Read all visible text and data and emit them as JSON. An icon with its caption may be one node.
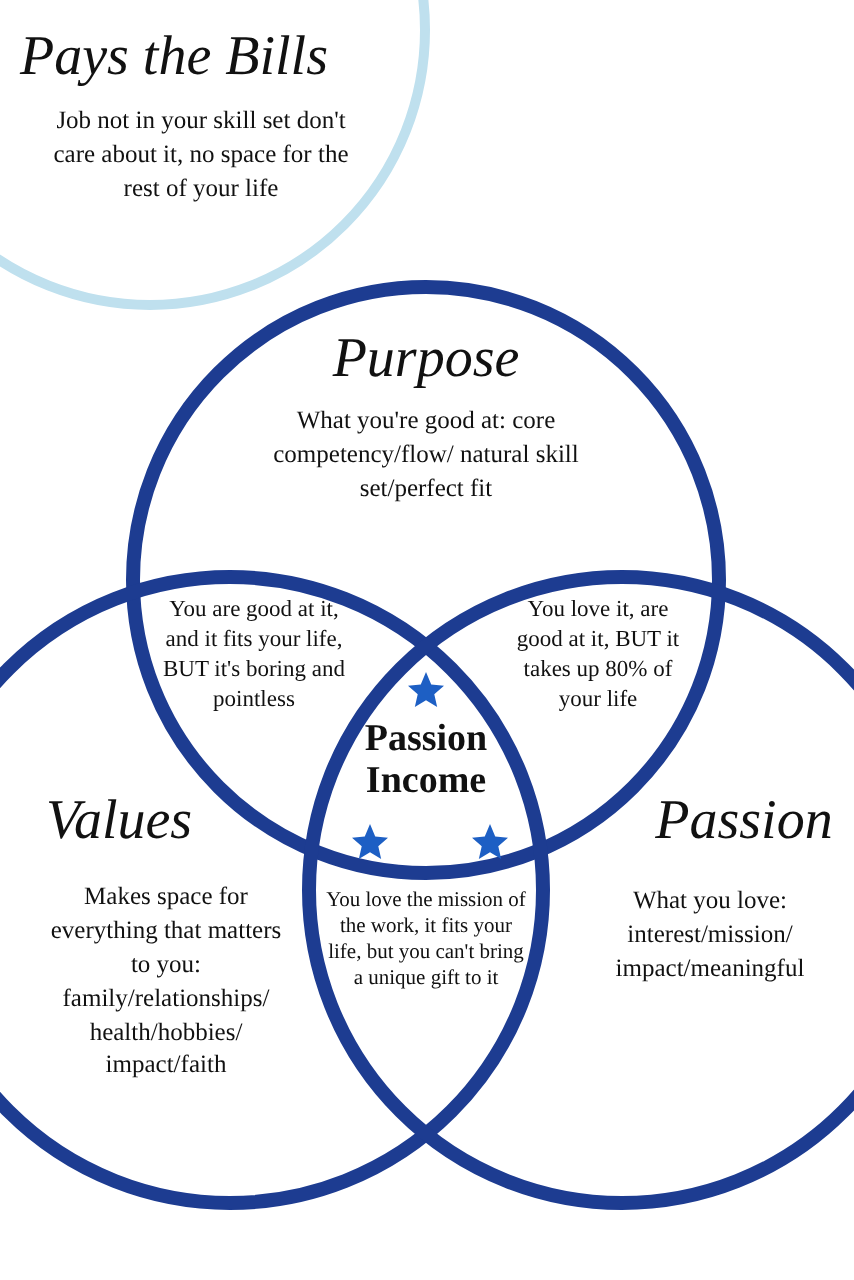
{
  "diagram": {
    "nodes": [
      {
        "text": [
          "Pays the Bills",
          "Job not in your skill set don't care about it, no space for the rest of your life"
        ]
      },
      {
        "text": [
          "Purpose",
          "What you're good at: core competency/flow/ natural skill set/perfect fit"
        ]
      },
      {
        "text": [
          "Values",
          "Makes space for everything that matters to you: family/relationships/ health/hobbies/ impact/faith"
        ]
      },
      {
        "text": [
          "Passion",
          "What you love: interest/mission/ impact/meaningful"
        ]
      }
    ],
    "edges": [],
    "labels": [
      "You are good at it, and it fits your life, BUT it's boring and pointless",
      "You love it, are good at it, BUT it takes up 80% of your life",
      "Passion Income",
      "You love the mission of the work, it fits your life, but you can't bring a unique gift to it"
    ]
  }
}
